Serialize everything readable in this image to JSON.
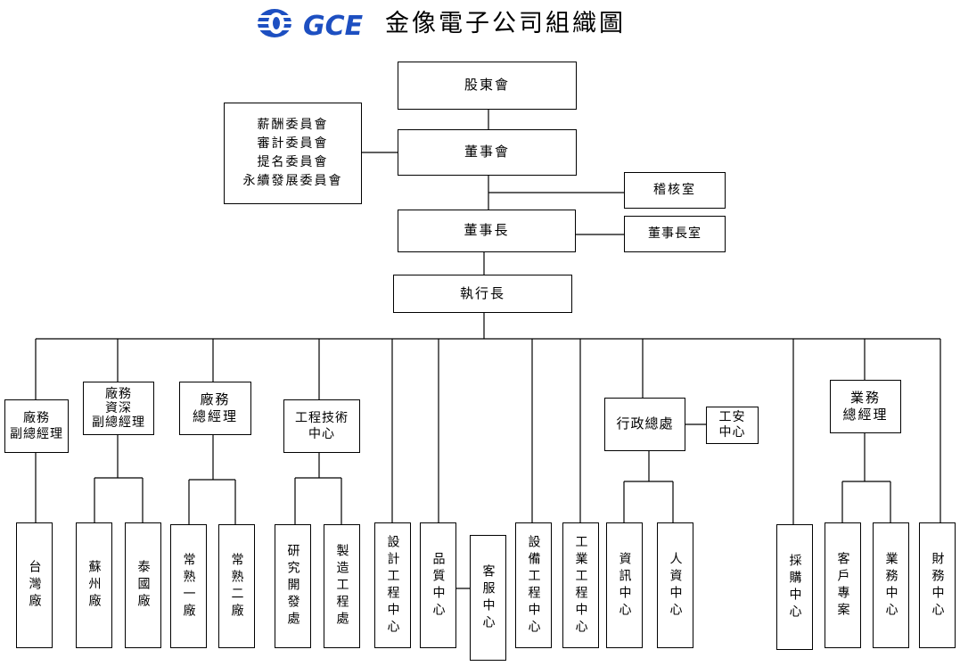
{
  "header": {
    "logo_text": "GCE",
    "title": "金像電子公司組織圖"
  },
  "colors": {
    "logo_blue": "#1d4fc1"
  },
  "governance": {
    "shareholders": "股東會",
    "board": "董事會",
    "committees": [
      "薪酬委員會",
      "審計委員會",
      "提名委員會",
      "永續發展委員會"
    ],
    "audit_office": "稽核室",
    "chairman": "董事長",
    "chairman_office": "董事長室",
    "ceo": "執行長"
  },
  "divisions": {
    "plant_deputy_gm": "廠務\n副總經理",
    "plant_senior_deputy_gm": "廠務\n資深\n副總經理",
    "plant_gm": "廠務\n總經理",
    "engineering_tech_center": "工程技術\n中心",
    "admin_office": "行政總處",
    "safety_center": "工安\n中心",
    "sales_gm": "業務\n總經理"
  },
  "units": {
    "taiwan_plant": "台灣廠",
    "suzhou_plant": "蘇州廠",
    "thailand_plant": "泰國廠",
    "changshu_plant_1": "常熟一廠",
    "changshu_plant_2": "常熟二廠",
    "rd_office": "研究開發處",
    "manufacturing_eng_office": "製造工程處",
    "design_eng_center": "設計工程中心",
    "quality_center": "品質中心",
    "customer_service_center": "客服中心",
    "equipment_eng_center": "設備工程中心",
    "industrial_eng_center": "工業工程中心",
    "it_center": "資訊中心",
    "hr_center": "人資中心",
    "procurement_center": "採購中心",
    "customer_projects": "客戶專案",
    "sales_center": "業務中心",
    "finance_center": "財務中心"
  }
}
